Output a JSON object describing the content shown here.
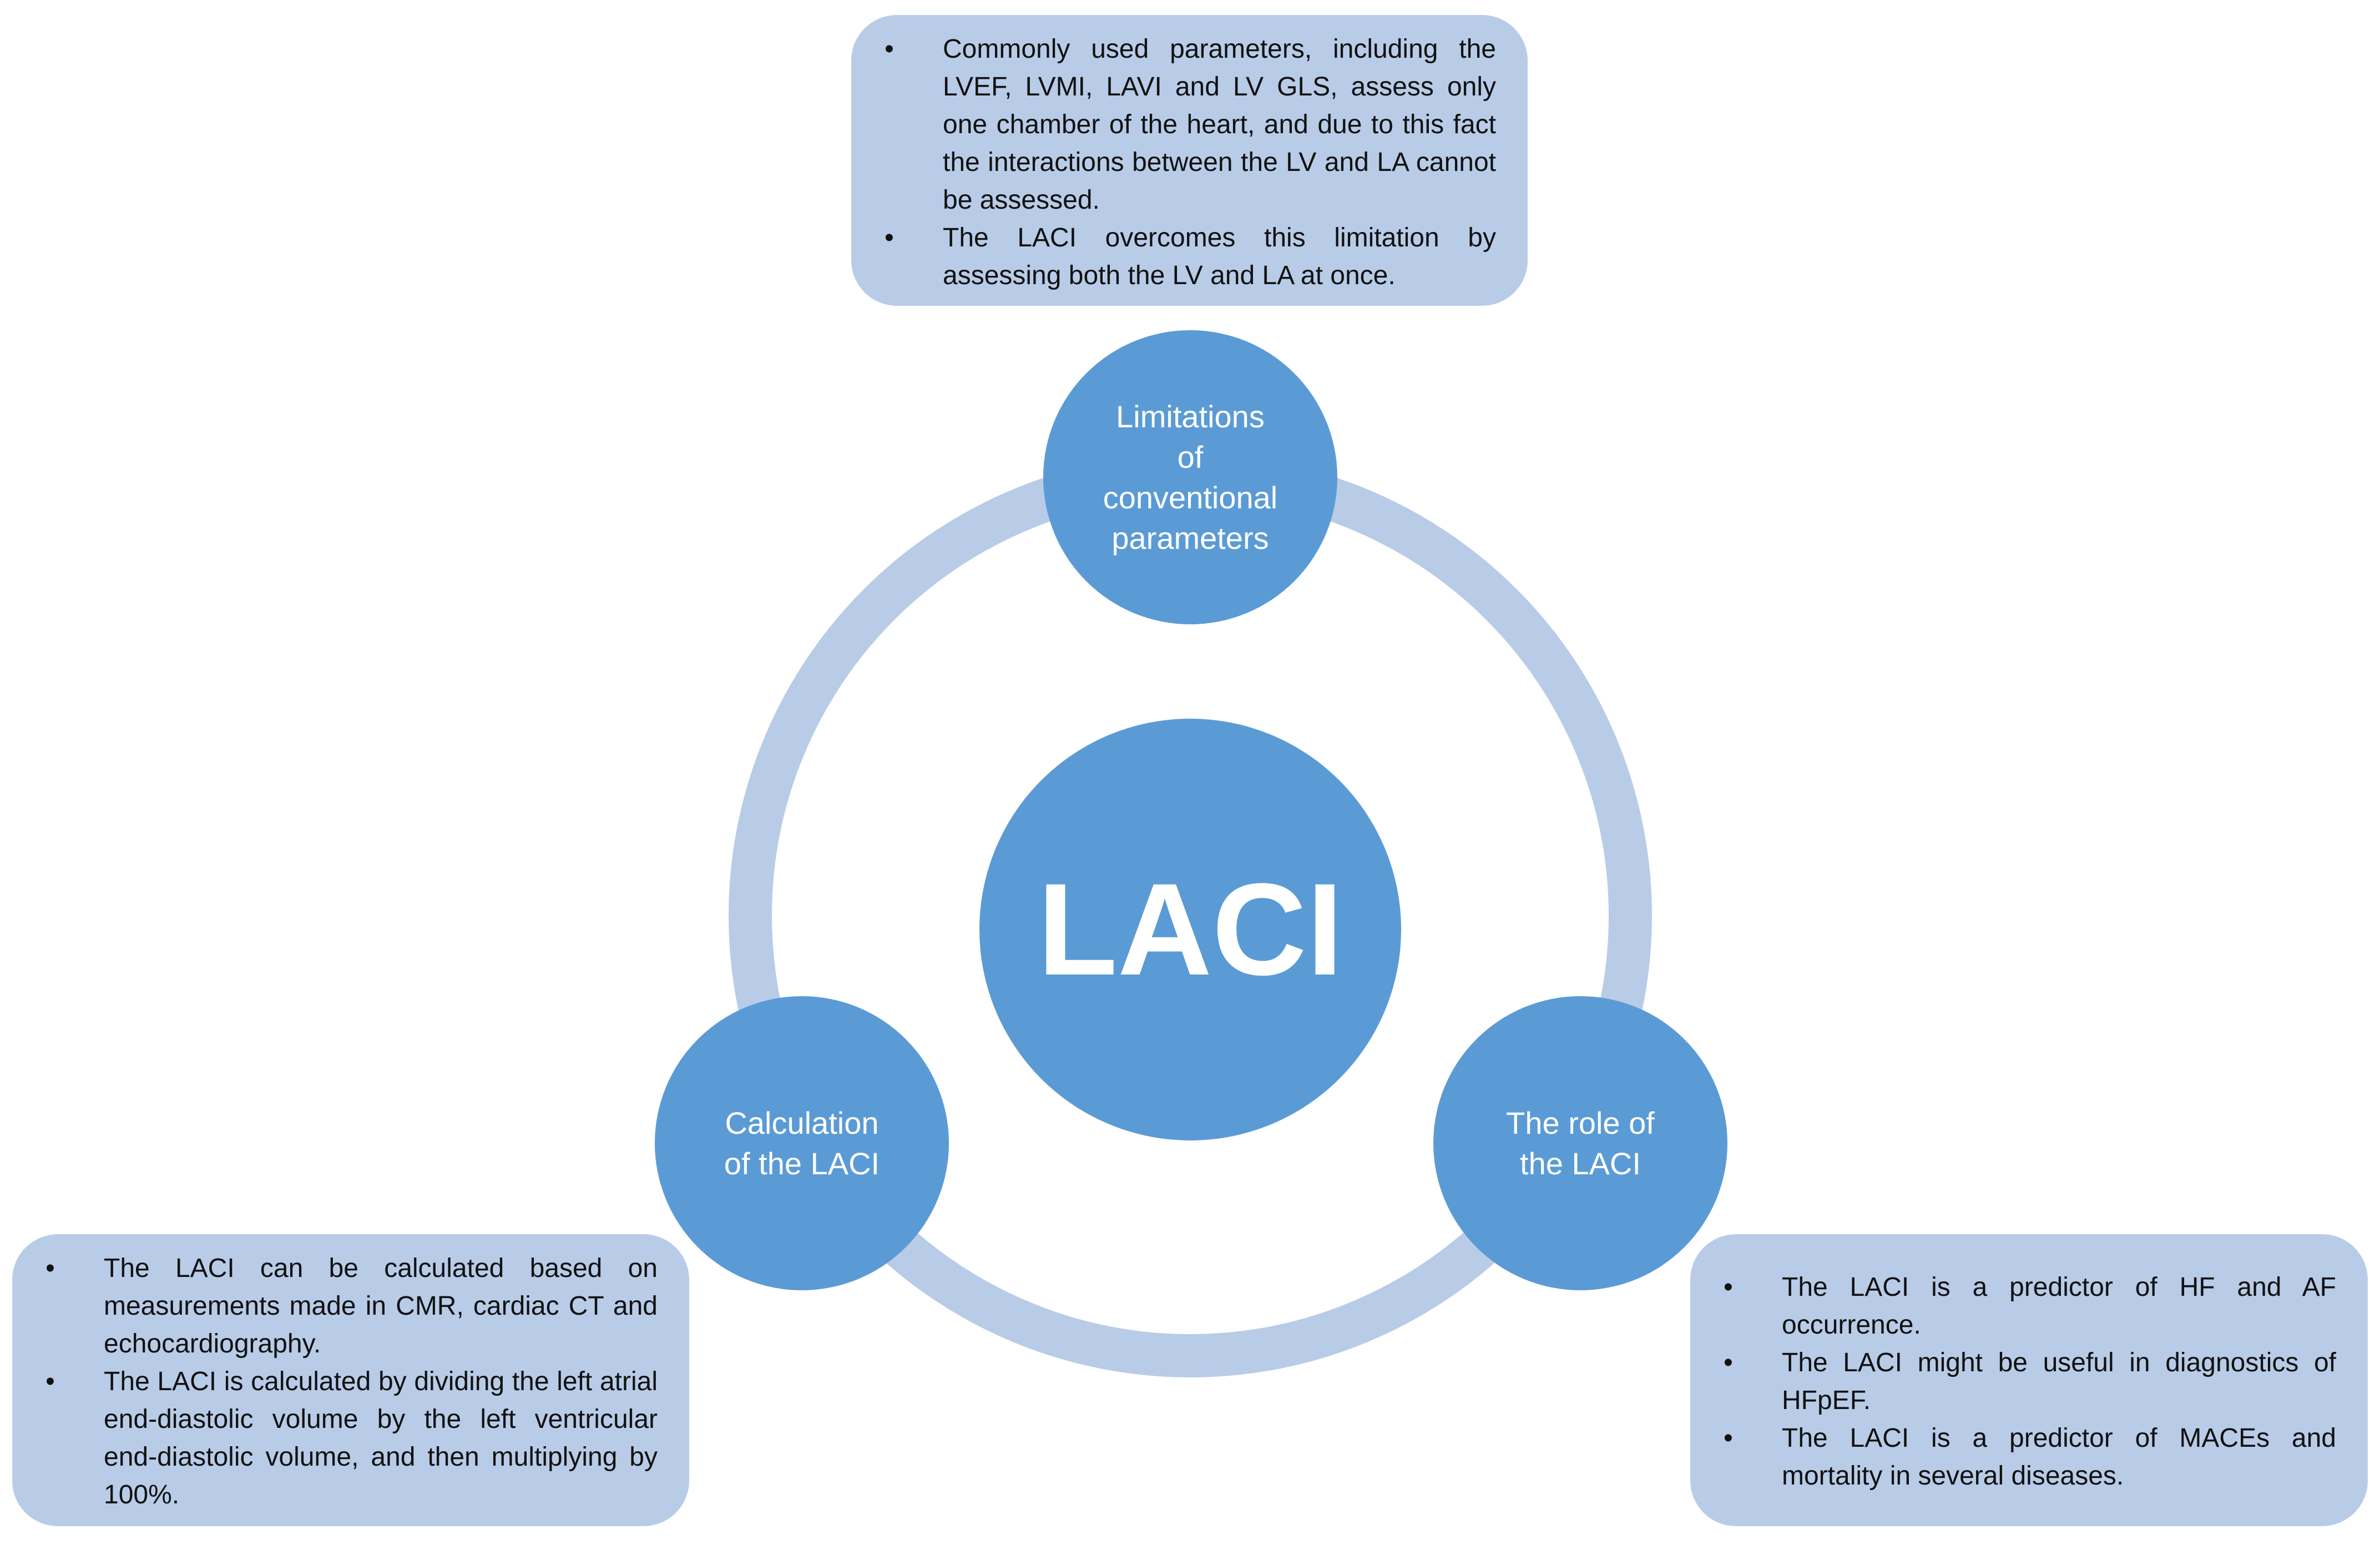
{
  "colors": {
    "ring": "#b8cce8",
    "node": "#5b9bd5",
    "box": "#b8cce8",
    "node_text": "#ffffff",
    "box_text": "#111111"
  },
  "center": {
    "label": "LACI"
  },
  "nodes": [
    {
      "id": "limitations",
      "label": "Limitations\nof\nconventional\nparameters"
    },
    {
      "id": "calculation",
      "label": "Calculation\nof the LACI"
    },
    {
      "id": "role",
      "label": "The role of\nthe LACI"
    }
  ],
  "boxes": {
    "top": {
      "bullets": [
        "Commonly used parameters, including the LVEF, LVMI, LAVI and LV GLS, assess only one chamber of the heart, and due to this fact the interactions between the LV and LA cannot be assessed.",
        "The LACI overcomes this limitation by assessing both the LV and LA at once."
      ]
    },
    "left": {
      "bullets": [
        "The LACI can be calculated based on measurements made in CMR, cardiac CT and echocardiography.",
        "The LACI is calculated by dividing the left atrial end-diastolic volume by the left ventricular end-diastolic volume, and then multiplying by 100%."
      ]
    },
    "right": {
      "bullets": [
        "The LACI is a predictor of HF and AF occurrence.",
        "The LACI might be useful in diagnostics of HFpEF.",
        "The LACI is a predictor of MACEs and mortality in several diseases."
      ]
    }
  }
}
